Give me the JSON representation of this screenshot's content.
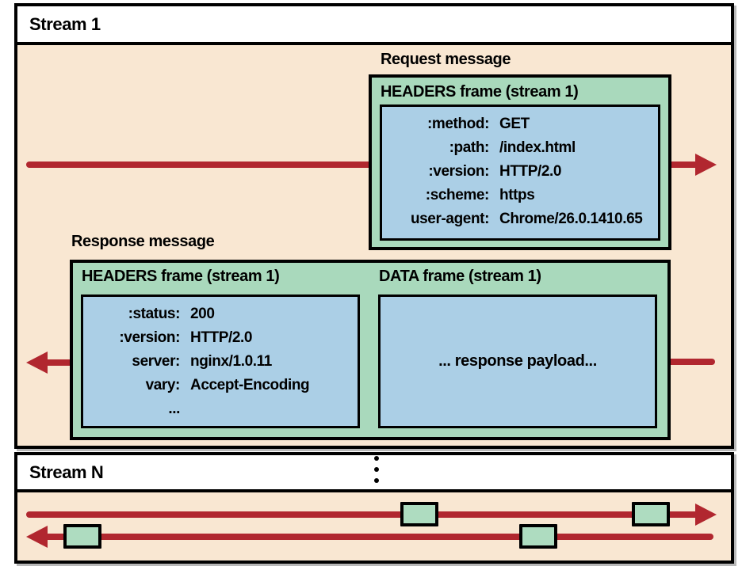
{
  "figure": {
    "stream1": {
      "label": "Stream 1"
    },
    "streamN": {
      "label": "Stream N"
    },
    "request": {
      "message_label": "Request message",
      "frame_label": "HEADERS frame (stream 1)",
      "headers": [
        {
          "key": ":method:",
          "value": "GET"
        },
        {
          "key": ":path:",
          "value": "/index.html"
        },
        {
          "key": ":version:",
          "value": "HTTP/2.0"
        },
        {
          "key": ":scheme:",
          "value": "https"
        },
        {
          "key": "user-agent:",
          "value": "Chrome/26.0.1410.65"
        }
      ]
    },
    "response": {
      "message_label": "Response message",
      "headers_frame_label": "HEADERS frame (stream 1)",
      "data_frame_label": "DATA frame (stream 1)",
      "headers": [
        {
          "key": ":status:",
          "value": "200"
        },
        {
          "key": ":version:",
          "value": "HTTP/2.0"
        },
        {
          "key": "server:",
          "value": "nginx/1.0.11"
        },
        {
          "key": "vary:",
          "value": "Accept-Encoding"
        },
        {
          "key": "...",
          "value": ""
        }
      ],
      "payload": "... response payload..."
    },
    "colors": {
      "lane_background": "#f9e7d2",
      "frame_green": "#a9d9bc",
      "panel_blue": "#abcfe6",
      "arrow_red": "#b1272f",
      "border": "#000000"
    }
  }
}
